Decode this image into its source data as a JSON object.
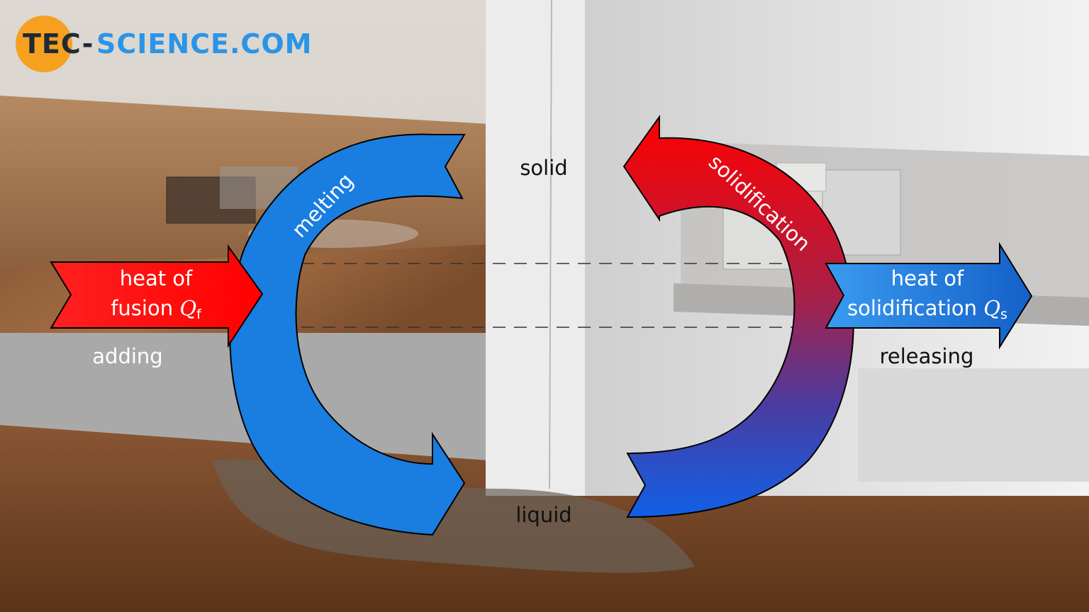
{
  "logo": {
    "part1": "TEC-",
    "part2": "SCIENCE.COM",
    "circle_color": "#f5a01f",
    "accent_color": "#2a95e8"
  },
  "states": {
    "solid": "solid",
    "liquid": "liquid"
  },
  "processes": {
    "melting": "melting",
    "solidification": "solidification"
  },
  "left_arrow": {
    "line1": "heat of",
    "line2_text": "fusion ",
    "line2_symbol": "Q",
    "line2_sub": "f",
    "caption": "adding",
    "color": "#ff1a1a"
  },
  "right_arrow": {
    "line1": "heat of",
    "line2_text": "solidification ",
    "line2_symbol": "Q",
    "line2_sub": "s",
    "caption": "releasing",
    "color": "#1a7de0"
  },
  "colors": {
    "hot": "#ff0000",
    "mid": "#8a2060",
    "cold": "#1a7de0"
  }
}
